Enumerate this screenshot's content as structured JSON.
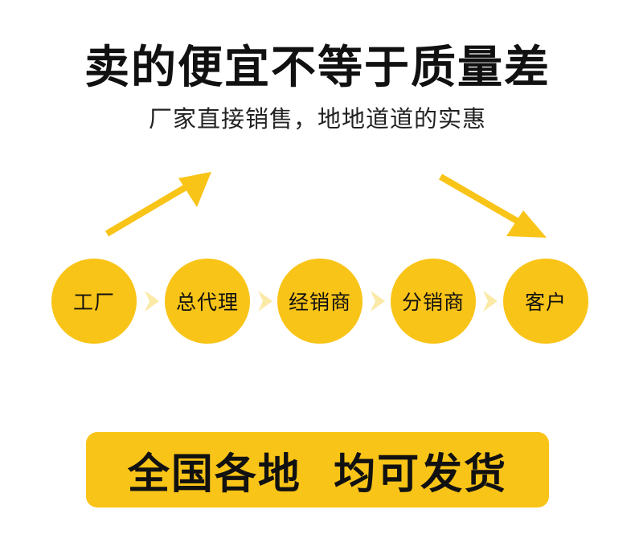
{
  "header": {
    "title": "卖的便宜不等于质量差",
    "subtitle": "厂家直接销售，地地道道的实惠"
  },
  "flow": {
    "nodes": [
      {
        "label": "工厂"
      },
      {
        "label": "总代理"
      },
      {
        "label": "经销商"
      },
      {
        "label": "分销商"
      },
      {
        "label": "客户"
      }
    ]
  },
  "banner": {
    "text": "全国各地  均可发货"
  },
  "colors": {
    "accent": "#F9C418",
    "chevron": "#FBE9A6",
    "text": "#111111"
  },
  "icons": {
    "up_arrow": "arrow-up-right-icon",
    "down_arrow": "arrow-down-right-icon",
    "step_chevron": "chevron-right-icon"
  }
}
